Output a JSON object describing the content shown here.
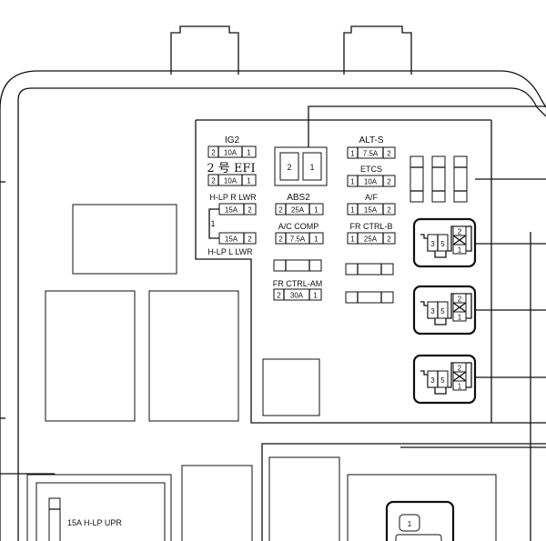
{
  "fuse_labels": {
    "ig2": "IG2",
    "ig2_rating": "10A",
    "efi_label": "2 号 EFI",
    "efi_rating": "10A",
    "hlp_r_lwr": "H-LP R LWR",
    "hlp_r_rating": "15A",
    "hlp_l_lwr": "H-LP L LWR",
    "hlp_l_rating": "15A",
    "abs2": "ABS2",
    "abs2_rating": "25A",
    "ac_comp": "A/C COMP",
    "ac_comp_rating": "7.5A",
    "fr_ctrl_am": "FR CTRL-AM",
    "fr_ctrl_am_rating": "30A",
    "alt_s": "ALT-S",
    "alt_s_rating": "7.5A",
    "etcs": "ETCS",
    "etcs_rating": "10A",
    "af": "A/F",
    "af_rating": "15A",
    "fr_ctrl_b": "FR CTRL-B",
    "fr_ctrl_b_rating": "25A",
    "hlp_upr": "15A H-LP UPR"
  },
  "pins": {
    "one": "1",
    "two": "2",
    "three": "3",
    "five": "5"
  }
}
